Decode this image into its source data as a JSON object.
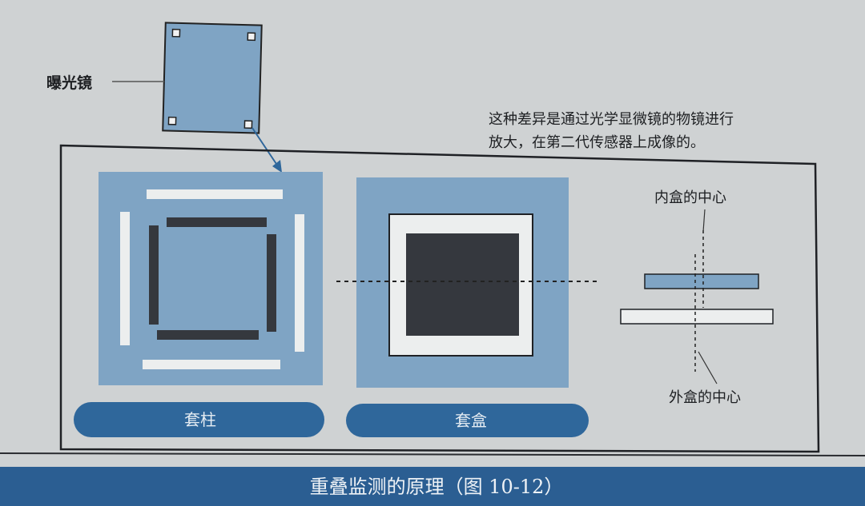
{
  "title": "重叠监测的原理（图 10-12）",
  "labels": {
    "mask": "曝光镜",
    "description_line1": "这种差异是通过光学显微镜的物镜进行",
    "description_line2": "放大，在第二代传感器上成像的。",
    "inner_center": "内盒的中心",
    "outer_center": "外盒的中心"
  },
  "panels": [
    {
      "label": "套柱"
    },
    {
      "label": "套盒"
    }
  ],
  "colors": {
    "paper": "#cfd2d3",
    "blue_fill": "#7fa4c4",
    "dark_bar": "#35383e",
    "pill": "#2f679b",
    "banner": "#2b5e92"
  }
}
